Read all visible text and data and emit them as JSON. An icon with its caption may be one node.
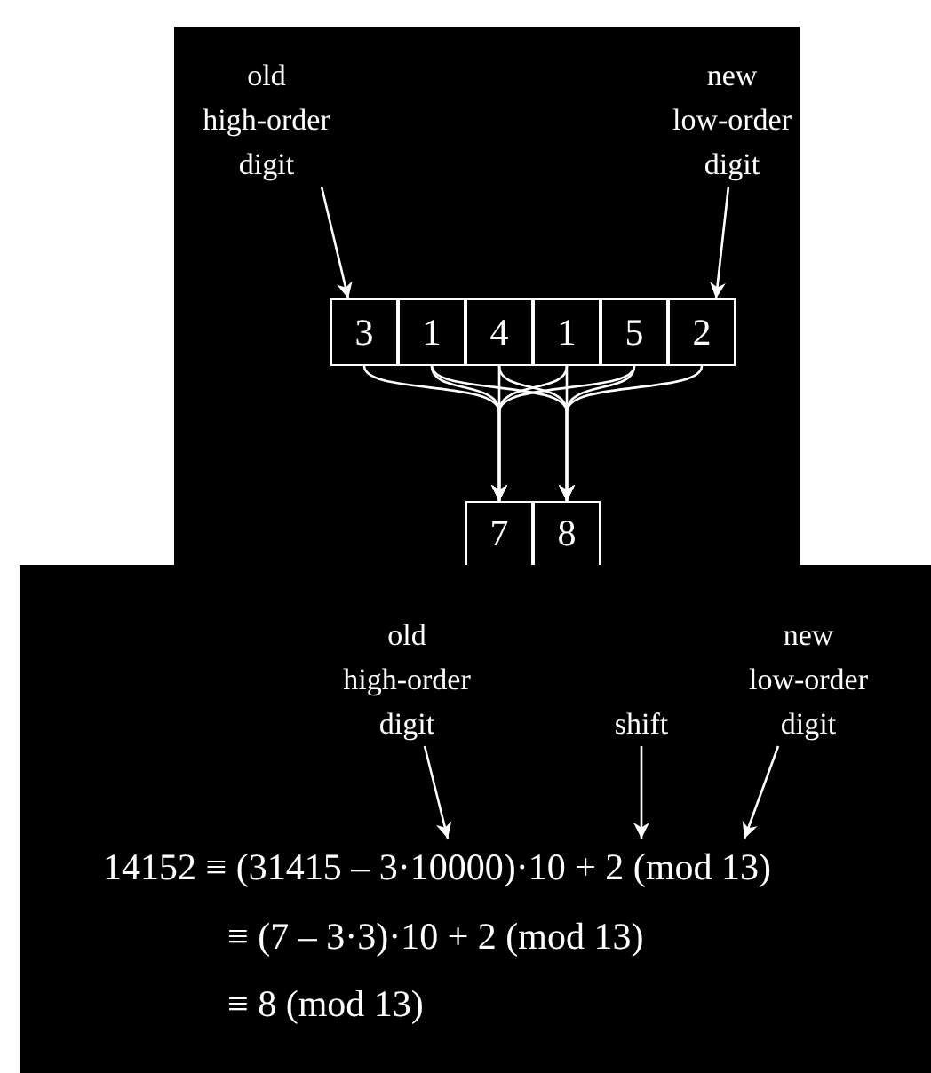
{
  "diagram": {
    "nodes": [
      {
        "text": [
          "old high-order digit"
        ]
      },
      {
        "text": [
          "new low-order digit"
        ]
      },
      {
        "text": [
          "3"
        ]
      },
      {
        "text": [
          "1"
        ]
      },
      {
        "text": [
          "4"
        ]
      },
      {
        "text": [
          "1"
        ]
      },
      {
        "text": [
          "5"
        ]
      },
      {
        "text": [
          "2"
        ]
      },
      {
        "text": [
          "7"
        ]
      },
      {
        "text": [
          "8"
        ]
      },
      {
        "text": [
          "old high-order digit"
        ]
      },
      {
        "text": [
          "shift"
        ]
      },
      {
        "text": [
          "new low-order digit"
        ]
      },
      {
        "text": [
          "14152 ≡ (31415 – 3·10000)·10 + 2 (mod 13)"
        ]
      }
    ],
    "edges": [
      {
        "from": 0,
        "to": 2,
        "arrow": "to"
      },
      {
        "from": 1,
        "to": 7,
        "arrow": "to"
      },
      {
        "from": 2,
        "to": 8,
        "arrow": "to"
      },
      {
        "from": 3,
        "to": 8,
        "arrow": "to"
      },
      {
        "from": 4,
        "to": 8,
        "arrow": "to"
      },
      {
        "from": 5,
        "to": 8,
        "arrow": "to"
      },
      {
        "from": 6,
        "to": 8,
        "arrow": "to"
      },
      {
        "from": 3,
        "to": 9,
        "arrow": "to"
      },
      {
        "from": 4,
        "to": 9,
        "arrow": "to"
      },
      {
        "from": 5,
        "to": 9,
        "arrow": "to"
      },
      {
        "from": 6,
        "to": 9,
        "arrow": "to"
      },
      {
        "from": 7,
        "to": 9,
        "arrow": "to"
      },
      {
        "from": 10,
        "to": 13,
        "arrow": "to"
      },
      {
        "from": 11,
        "to": 13,
        "arrow": "to"
      },
      {
        "from": 12,
        "to": 13,
        "arrow": "to"
      }
    ],
    "labels": [
      "≡ (7 – 3·3)·10 + 2 (mod 13)",
      "≡ 8 (mod 13)"
    ]
  }
}
